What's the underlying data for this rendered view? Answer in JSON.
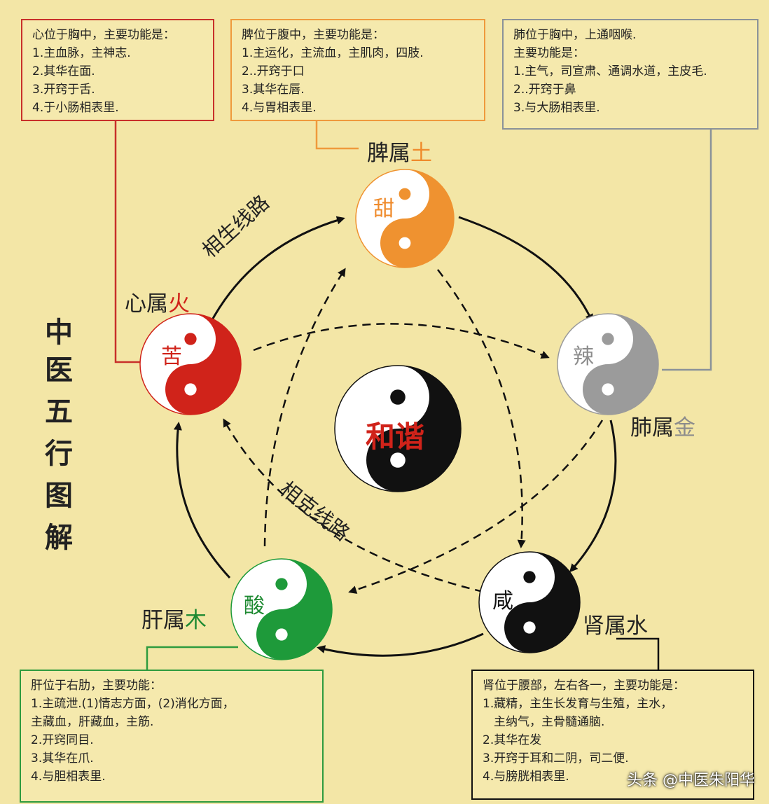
{
  "title_chars": [
    "中",
    "医",
    "五",
    "行",
    "图",
    "解"
  ],
  "center_text": "和谐",
  "routes": {
    "generating": "相生线路",
    "controlling": "相克线路"
  },
  "organs": {
    "heart": {
      "label": "心属",
      "element": "火",
      "taste": "苦",
      "color": "#d0231a",
      "element_color": "#d0231a"
    },
    "spleen": {
      "label": "脾属",
      "element": "土",
      "taste": "甜",
      "color": "#ef9230",
      "element_color": "#ef8b2c"
    },
    "lung": {
      "label": "肺属",
      "element": "金",
      "taste": "辣",
      "color": "#9b9b9b",
      "element_color": "#8c8c8c"
    },
    "kidney": {
      "label": "肾属",
      "element": "水",
      "taste": "咸",
      "color": "#111111",
      "element_color": "#222222"
    },
    "liver": {
      "label": "肝属",
      "element": "木",
      "taste": "酸",
      "color": "#1e9a3a",
      "element_color": "#1e8a32"
    }
  },
  "boxes": {
    "heart": [
      "心位于胸中，主要功能是：",
      "1.主血脉，主神志.",
      "2.其华在面.",
      "3.开窍于舌.",
      "4.于小肠相表里."
    ],
    "spleen": [
      "脾位于腹中，主要功能是：",
      "1.主运化，主流血，主肌肉，四肢.",
      "2..开窍于口",
      "3.其华在唇.",
      "4.与胃相表里."
    ],
    "lung": [
      "肺位于胸中，上通咽喉.",
      "主要功能是：",
      "1.主气，司宣肃、通调水道，主皮毛.",
      "2..开窍于鼻",
      "3.与大肠相表里."
    ],
    "liver": [
      "肝位于右肋，主要功能：",
      "1.主疏泄.(1)情志方面，(2)消化方面，",
      "主藏血，肝藏血，主筋.",
      "2.开窍同目.",
      "3.其华在爪.",
      "4.与胆相表里."
    ],
    "kidney": [
      "肾位于腰部，左右各一，主要功能是：",
      "1.藏精，主生长发育与生殖，主水，",
      "主纳气，主骨髓通脑.",
      "2.其华在发",
      "3.开窍于耳和二阴，司二便.",
      "4.与膀胱相表里."
    ]
  },
  "watermark": "头条 @中医朱阳华"
}
